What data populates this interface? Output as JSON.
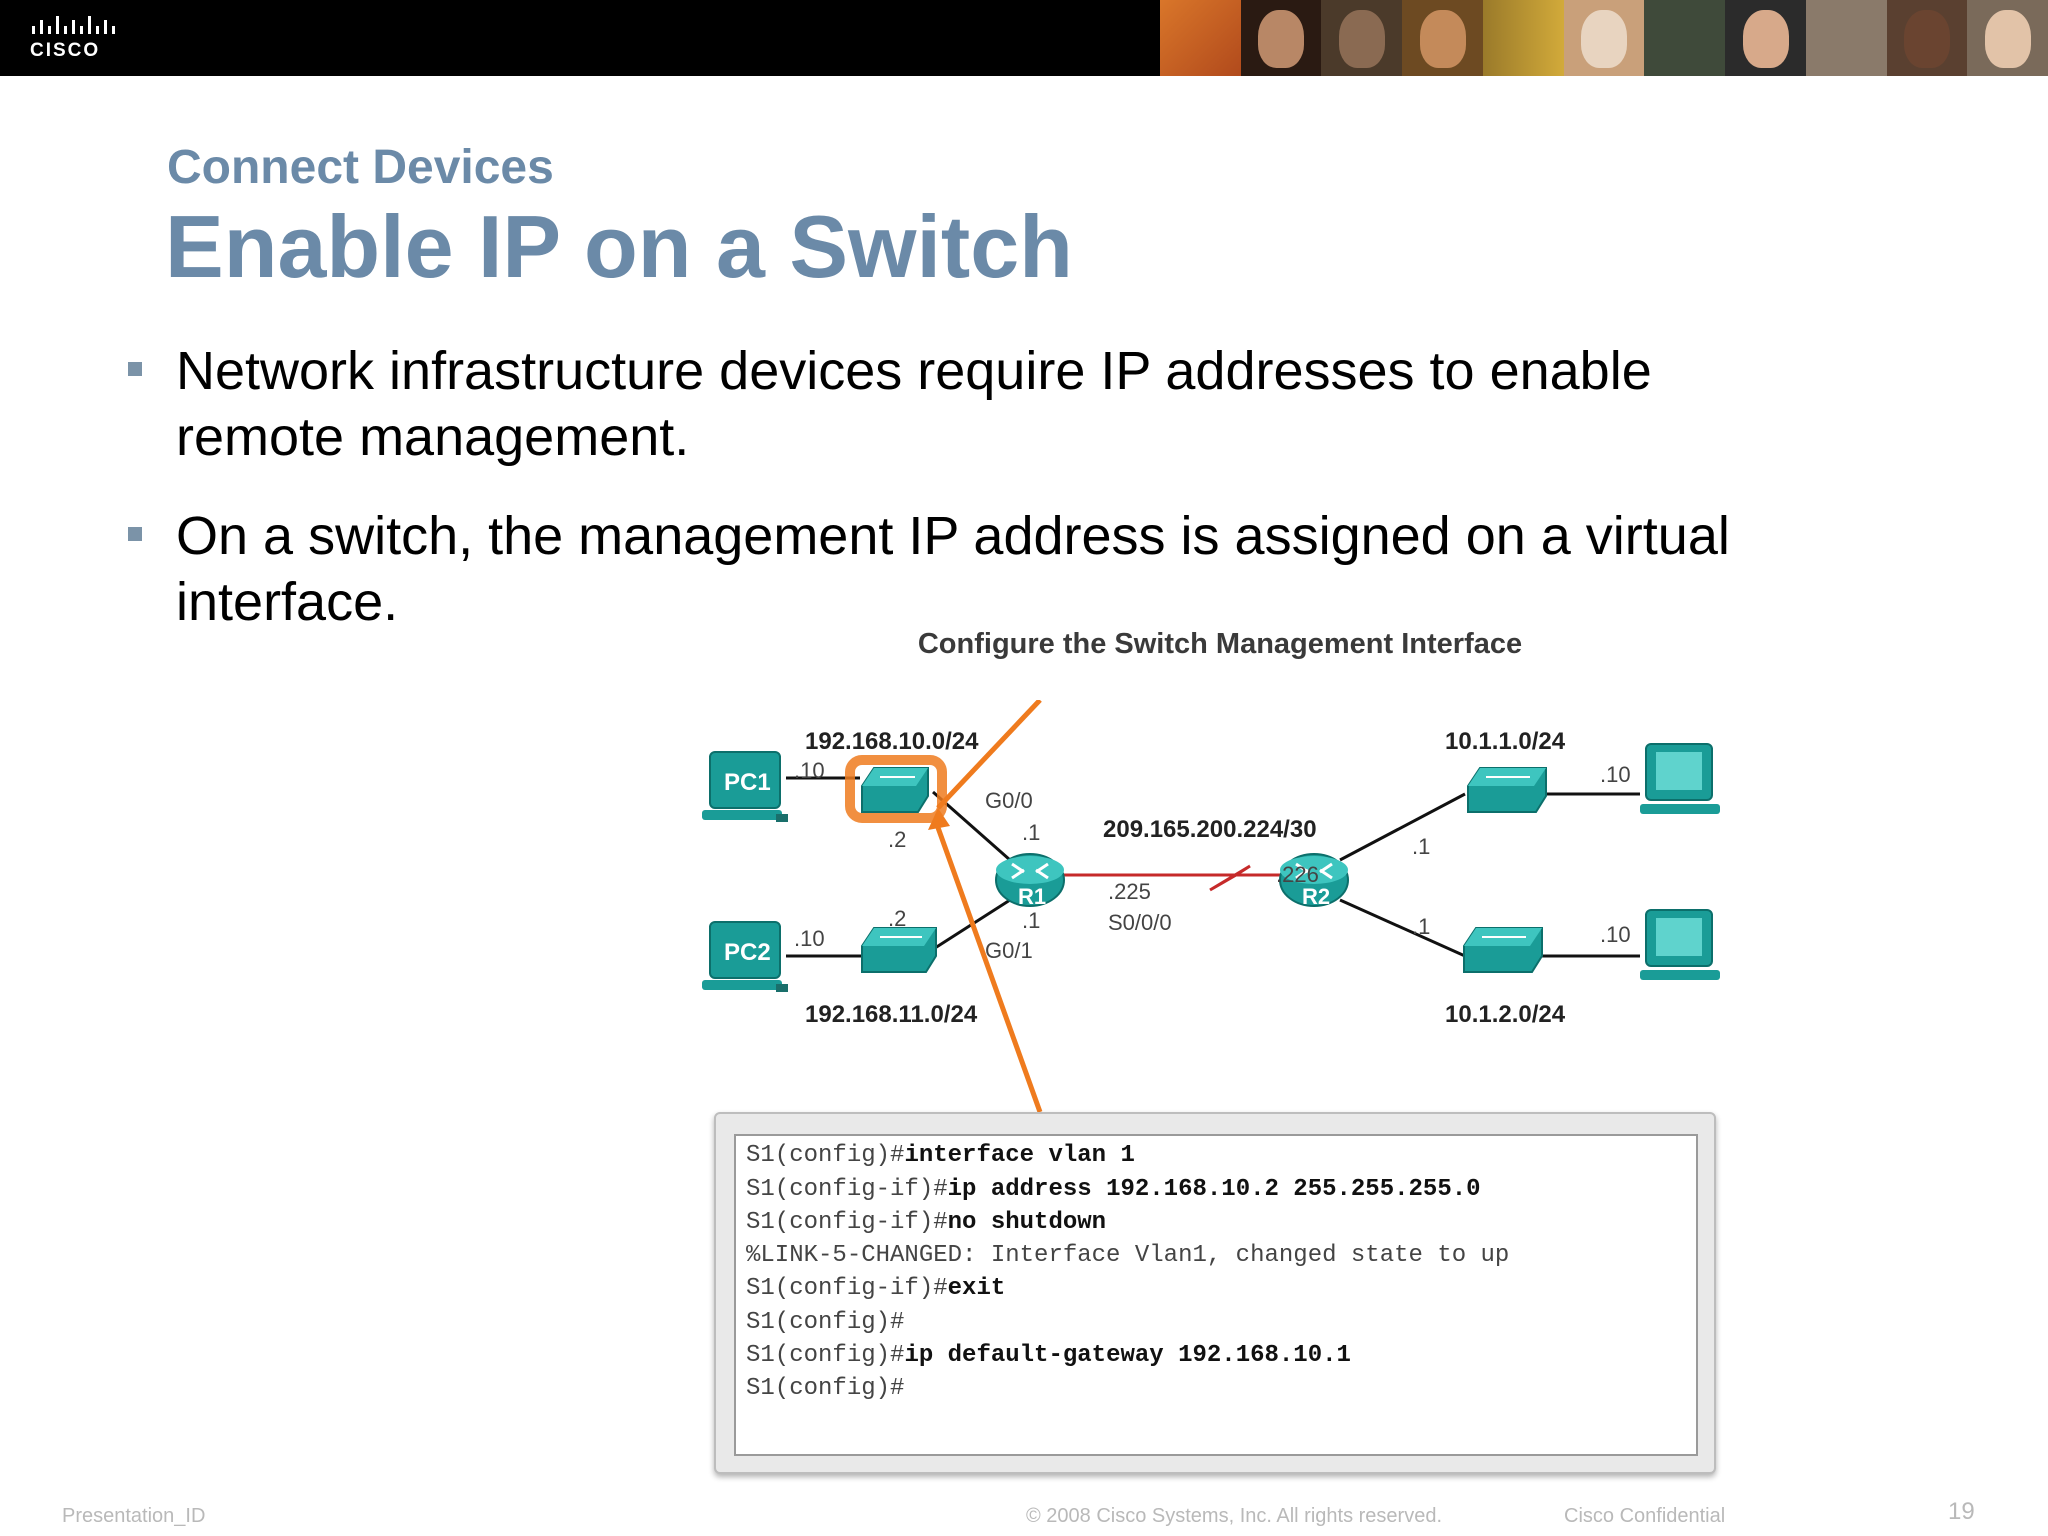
{
  "header": {
    "logo_text": "CISCO"
  },
  "slide": {
    "subtitle": "Connect Devices",
    "title": "Enable IP on a Switch",
    "bullets": [
      "Network infrastructure devices require IP addresses to enable remote management.",
      "On a switch, the management IP address is assigned on a virtual interface."
    ]
  },
  "figure": {
    "caption": "Configure the Switch Management Interface",
    "devices": {
      "pc1": "PC1",
      "pc2": "PC2",
      "r1": "R1",
      "r2": "R2"
    },
    "networks": {
      "lan1": "192.168.10.0/24",
      "lan2": "192.168.11.0/24",
      "wan": "209.165.200.224/30",
      "lan3": "10.1.1.0/24",
      "lan4": "10.1.2.0/24"
    },
    "interfaces": {
      "g00": "G0/0",
      "g01": "G0/1",
      "s000": "S0/0/0"
    },
    "host_addrs": {
      "pc1": ".10",
      "pc2": ".10",
      "s1": ".2",
      "s2": ".2",
      "r1_g00": ".1",
      "r1_g01": ".1",
      "r1_s0": ".225",
      "r2_s0": ".226",
      "r2_top": ".1",
      "r2_bottom": ".1",
      "pc3": ".10",
      "pc4": ".10"
    },
    "highlight_color": "#ef7b1e",
    "device_color": "#1a9c97"
  },
  "cli": [
    {
      "prompt": "S1(config)#",
      "cmd": "interface vlan 1"
    },
    {
      "prompt": "S1(config-if)#",
      "cmd": "ip address 192.168.10.2 255.255.255.0"
    },
    {
      "prompt": "S1(config-if)#",
      "cmd": "no shutdown"
    },
    {
      "prompt": "%LINK-5-CHANGED: Interface Vlan1, changed state to up",
      "cmd": ""
    },
    {
      "prompt": "S1(config-if)#",
      "cmd": "exit"
    },
    {
      "prompt": "S1(config)#",
      "cmd": ""
    },
    {
      "prompt": "S1(config)#",
      "cmd": "ip default-gateway 192.168.10.1"
    },
    {
      "prompt": "S1(config)#",
      "cmd": ""
    }
  ],
  "footer": {
    "presentation_id": "Presentation_ID",
    "copyright": "© 2008 Cisco Systems, Inc. All rights reserved.",
    "confidential": "Cisco Confidential",
    "page": "19"
  }
}
